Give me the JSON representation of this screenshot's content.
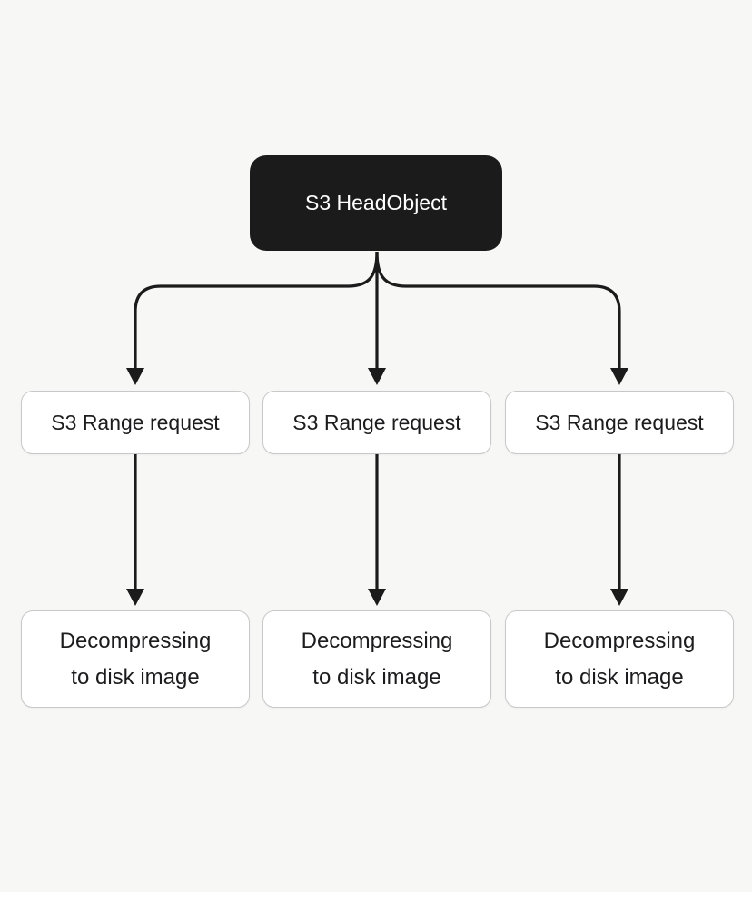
{
  "colors": {
    "canvas_bg": "#f7f7f6",
    "node_dark_bg": "#1b1b1b",
    "node_dark_text": "#ffffff",
    "node_light_bg": "#ffffff",
    "node_border": "#c8c8c8",
    "ink": "#1c1c1e",
    "arrow": "#1b1b1b",
    "bottom_strip": "#ffffff"
  },
  "diagram": {
    "root_node": {
      "label": "S3 HeadObject"
    },
    "range_nodes": [
      {
        "label": "S3 Range request"
      },
      {
        "label": "S3 Range request"
      },
      {
        "label": "S3 Range request"
      }
    ],
    "decompress_nodes": [
      {
        "lines": [
          "Decompressing",
          "to disk image"
        ]
      },
      {
        "lines": [
          "Decompressing",
          "to disk image"
        ]
      },
      {
        "lines": [
          "Decompressing",
          "to disk image"
        ]
      }
    ]
  }
}
